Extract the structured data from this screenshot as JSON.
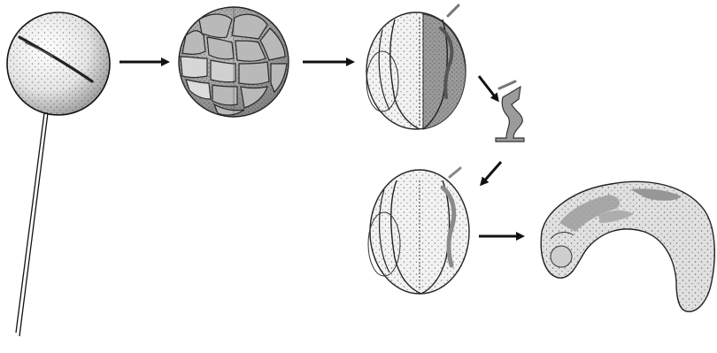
{
  "figure": {
    "stages": [
      {
        "id": "egg",
        "icon": "injected-egg-icon"
      },
      {
        "id": "cleavage",
        "icon": "cleavage-embryo-icon"
      },
      {
        "id": "neurula-source",
        "icon": "neurula-donor-icon"
      },
      {
        "id": "graft",
        "icon": "excised-graft-icon"
      },
      {
        "id": "neurula-host",
        "icon": "neurula-host-icon"
      },
      {
        "id": "tailbud",
        "icon": "tailbud-embryo-icon"
      }
    ],
    "colors": {
      "ink": "#111111",
      "labelled_tissue": "#9a9a9a",
      "shading": "#444444"
    },
    "arrow_count": 5
  }
}
